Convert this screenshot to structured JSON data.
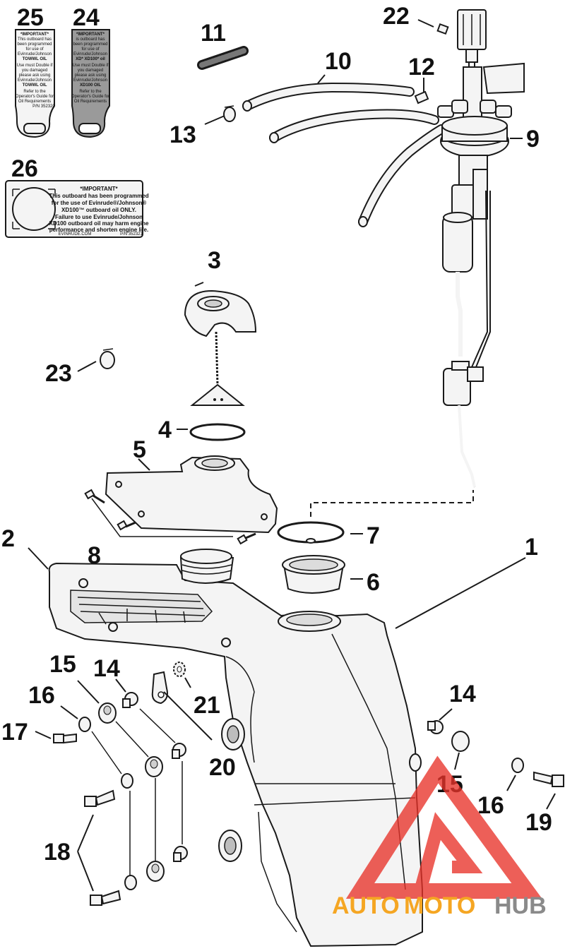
{
  "callouts": {
    "c1": "1",
    "c2": "2",
    "c3": "3",
    "c4": "4",
    "c5": "5",
    "c6": "6",
    "c7": "7",
    "c8": "8",
    "c9": "9",
    "c10": "10",
    "c11": "11",
    "c12": "12",
    "c13": "13",
    "c14a": "14",
    "c14b": "14",
    "c15a": "15",
    "c15b": "15",
    "c16a": "16",
    "c16b": "16",
    "c17": "17",
    "c18": "18",
    "c19": "19",
    "c20": "20",
    "c21": "21",
    "c22": "22",
    "c23": "23",
    "c24": "24",
    "c25": "25",
    "c26": "26"
  },
  "label25": {
    "l1": "*IMPORTANT*",
    "l2": "This outboard has",
    "l3": "been programmed",
    "l4": "for use of",
    "l5": "Evinrude/Johnson",
    "l6": "TOWWL OIL",
    "l7": "Use must Double if",
    "l8": "you damaged",
    "l9": "please ask using",
    "l10": "Evinrude/Johnson",
    "l11": "TOWWL OIL",
    "l12": "Refer to the",
    "l13": "Operator's Guide for",
    "l14": "Oil Requirements",
    "code": "P/N 352320"
  },
  "label24": {
    "l1": "*IMPORTANT*",
    "l2": "is outboard has",
    "l3": "been programmed",
    "l4": "for use of",
    "l5": "Evinrude/Johnson",
    "l6": "XD* XD100* oil",
    "l7": "Use must Double if",
    "l8": "you damaged",
    "l9": "please ask using",
    "l10": "Evinrude/Johnson",
    "l11": "XD100 OIL",
    "l12": "Refer to the",
    "l13": "Operator's Guide for",
    "l14": "Oil Requirements"
  },
  "label26": {
    "l1": "*IMPORTANT*",
    "l2": "This outboard has been programmed",
    "l3": "for the use of Evinrude®/Johnson®",
    "l4": "XD100™ outboard oil ONLY.",
    "l5": "Failure to use Evinrude/Johnson",
    "l6": "XD100 outboard oil may harm engine",
    "l7": "performance and shorten engine life.",
    "site": "EVINRUDE.COM",
    "code": "P/N 352321"
  },
  "watermark": {
    "part1": "AUTO",
    "part2": "MOTO",
    "part3": "HUB"
  },
  "colors": {
    "watermark_red": "#e8332a",
    "watermark_orange": "#f5a623",
    "watermark_gray": "#8a8a8a",
    "decal_dark": "#9a9a9a"
  }
}
